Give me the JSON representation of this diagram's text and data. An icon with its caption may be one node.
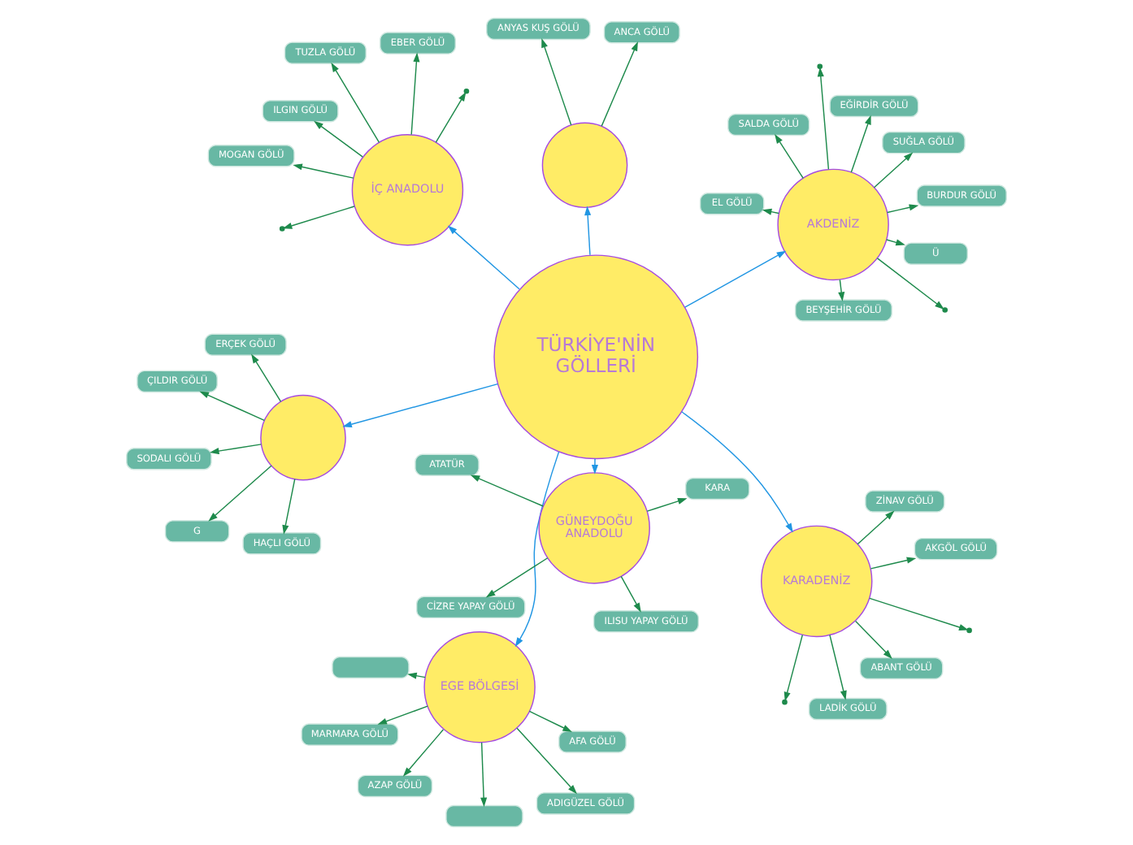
{
  "diagram": {
    "nodes": [
      {
        "text": [
          "TÜRKİYE'NİN GÖLLERİ"
        ]
      },
      {
        "text": [
          "EGE BÖLGESİ"
        ]
      },
      {
        "text": [],
        "shape": "box"
      },
      {
        "text": [],
        "shape": "box"
      },
      {
        "text": [
          "AFA GÖLÜ"
        ]
      },
      {
        "text": [
          "MARMARA GÖLÜ"
        ]
      },
      {
        "text": [
          "AZAP GÖLÜ"
        ]
      },
      {
        "text": [
          "ADIGÜZEL GÖLÜ"
        ]
      },
      {
        "text": [
          "KARADENİZ"
        ]
      },
      {
        "text": [
          "ABANT GÖLÜ"
        ]
      },
      {
        "text": [
          "LADİK GÖLÜ"
        ]
      },
      {
        "text": [
          "AKGÖL GÖLÜ"
        ]
      },
      {
        "text": [
          "ZİNAV GÖLÜ"
        ]
      },
      {
        "text": [],
        "shape": "circle"
      },
      {
        "text": [
          "HAÇLI GÖLÜ"
        ]
      },
      {
        "text": [
          "ERÇEK GÖLÜ"
        ]
      },
      {
        "text": [
          "SODALI GÖLÜ"
        ]
      },
      {
        "text": [
          "ÇILDIR GÖLÜ"
        ]
      },
      {
        "text": [
          "G"
        ]
      },
      {
        "text": [],
        "shape": "circle"
      },
      {
        "text": [
          "ANYAS KUŞ GÖLÜ"
        ]
      },
      {
        "text": [
          "ANCA GÖLÜ"
        ]
      },
      {
        "text": [
          "GÜNEYDOĞU ANADOLU"
        ]
      },
      {
        "text": [
          "ILISU YAPAY GÖLÜ"
        ]
      },
      {
        "text": [
          "KARA"
        ]
      },
      {
        "text": [
          "ATATÜR"
        ]
      },
      {
        "text": [
          "CİZRE YAPAY GÖLÜ"
        ]
      },
      {
        "text": [
          "AKDENİZ"
        ]
      },
      {
        "text": [
          "SUĞLA GÖLÜ"
        ]
      },
      {
        "text": [
          "Ü"
        ]
      },
      {
        "text": [
          "BEYŞEHİR GÖLÜ"
        ]
      },
      {
        "text": [
          "SALDA GÖLÜ"
        ]
      },
      {
        "text": [
          "BURDUR GÖLÜ"
        ]
      },
      {
        "text": [
          "EĞİRDİR GÖLÜ"
        ]
      },
      {
        "text": [
          "EL GÖLÜ"
        ]
      },
      {
        "text": [
          "İÇ ANADOLU"
        ]
      },
      {
        "text": [
          "TUZLA GÖLÜ"
        ]
      },
      {
        "text": [
          "MOGAN GÖLÜ"
        ]
      },
      {
        "text": [
          "ILGIN GÖLÜ"
        ]
      },
      {
        "text": [
          "EBER GÖLÜ"
        ]
      }
    ],
    "edges": [
      {
        "from": 0,
        "to": 1,
        "arrow": "to",
        "color": "#2196e3"
      },
      {
        "from": 1,
        "to": 2,
        "arrow": "to"
      },
      {
        "from": 1,
        "to": 3,
        "arrow": "to"
      },
      {
        "from": 1,
        "to": 4,
        "arrow": "to"
      },
      {
        "from": 1,
        "to": 5,
        "arrow": "to"
      },
      {
        "from": 1,
        "to": 6,
        "arrow": "to"
      },
      {
        "from": 1,
        "to": 7,
        "arrow": "to"
      },
      {
        "from": 0,
        "to": 8,
        "arrow": "to",
        "color": "#2196e3"
      },
      {
        "from": 8,
        "to": 9,
        "arrow": "to"
      },
      {
        "from": 8,
        "to": 10,
        "arrow": "to"
      },
      {
        "from": 8,
        "to": null,
        "arrow": "to"
      },
      {
        "from": 8,
        "to": null,
        "arrow": "to"
      },
      {
        "from": 8,
        "to": 11,
        "arrow": "to"
      },
      {
        "from": 8,
        "to": 12,
        "arrow": "to"
      },
      {
        "from": 0,
        "to": 13,
        "arrow": "to",
        "color": "#2196e3"
      },
      {
        "from": 13,
        "to": 14,
        "arrow": "to"
      },
      {
        "from": 13,
        "to": 15,
        "arrow": "to"
      },
      {
        "from": 13,
        "to": 16,
        "arrow": "to"
      },
      {
        "from": 13,
        "to": 17,
        "arrow": "to"
      },
      {
        "from": 13,
        "to": 18,
        "arrow": "to"
      },
      {
        "from": 0,
        "to": 19,
        "arrow": "to",
        "color": "#2196e3"
      },
      {
        "from": 19,
        "to": 20,
        "arrow": "to"
      },
      {
        "from": 19,
        "to": 21,
        "arrow": "to"
      },
      {
        "from": 0,
        "to": 22,
        "arrow": "to",
        "color": "#2196e3"
      },
      {
        "from": 22,
        "to": 23,
        "arrow": "to"
      },
      {
        "from": 22,
        "to": 24,
        "arrow": "to"
      },
      {
        "from": 22,
        "to": 25,
        "arrow": "to"
      },
      {
        "from": 22,
        "to": 26,
        "arrow": "to"
      },
      {
        "from": 0,
        "to": 27,
        "arrow": "to",
        "color": "#2196e3"
      },
      {
        "from": 27,
        "to": 28,
        "arrow": "to"
      },
      {
        "from": 27,
        "to": 29,
        "arrow": "to"
      },
      {
        "from": 27,
        "to": 30,
        "arrow": "to"
      },
      {
        "from": 27,
        "to": 31,
        "arrow": "to"
      },
      {
        "from": 27,
        "to": 32,
        "arrow": "to"
      },
      {
        "from": 27,
        "to": null,
        "arrow": "to"
      },
      {
        "from": 27,
        "to": null,
        "arrow": "to"
      },
      {
        "from": 27,
        "to": 33,
        "arrow": "to"
      },
      {
        "from": 27,
        "to": 34,
        "arrow": "to"
      },
      {
        "from": 0,
        "to": 35,
        "arrow": "to",
        "color": "#2196e3"
      },
      {
        "from": 35,
        "to": 36,
        "arrow": "to"
      },
      {
        "from": 35,
        "to": 37,
        "arrow": "to"
      },
      {
        "from": 35,
        "to": 38,
        "arrow": "to"
      },
      {
        "from": 35,
        "to": 39,
        "arrow": "to"
      },
      {
        "from": 35,
        "to": null,
        "arrow": "to"
      },
      {
        "from": 35,
        "to": null,
        "arrow": "to"
      }
    ]
  }
}
